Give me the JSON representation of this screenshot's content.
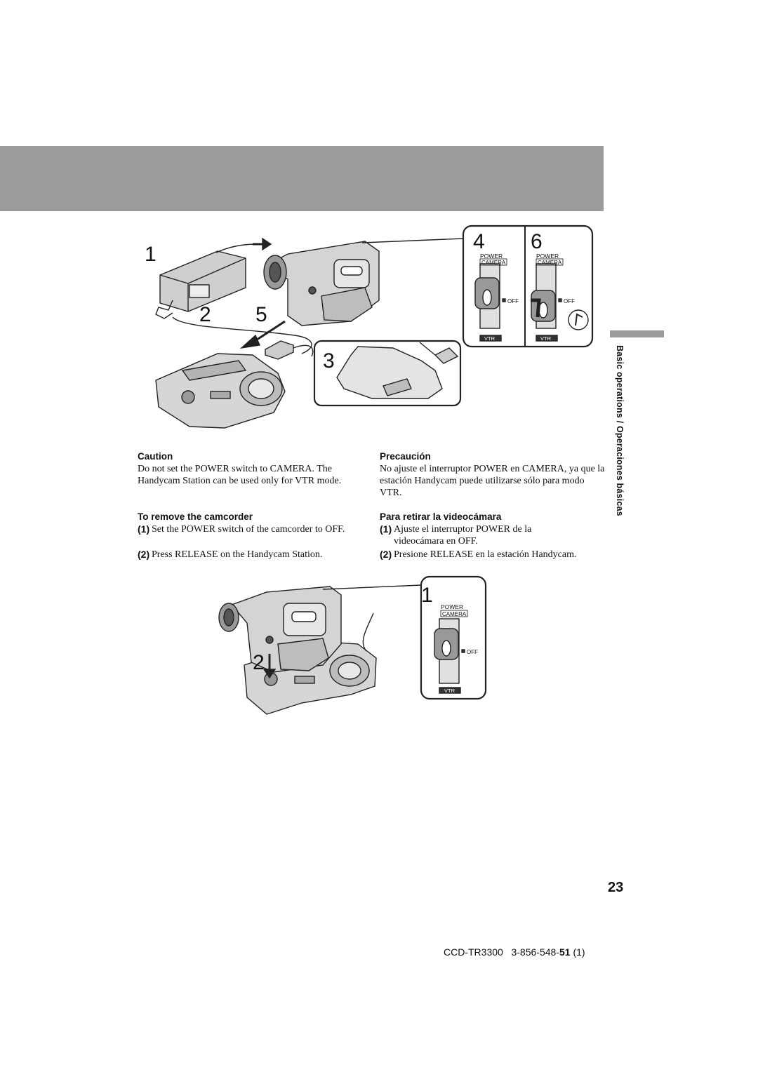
{
  "side_label": "Basic operations / Operaciones básicas",
  "figure_top": {
    "steps": [
      "1",
      "2",
      "5",
      "3",
      "4",
      "6"
    ],
    "switch": {
      "power": "POWER",
      "camera": "CAMERA",
      "off": "OFF",
      "vtr": "VTR"
    }
  },
  "english": {
    "caution_heading": "Caution",
    "caution_text": "Do not set the POWER switch to CAMERA. The Handycam Station can be used only for VTR mode.",
    "remove_heading": "To remove the camcorder",
    "steps": [
      {
        "num": "(1)",
        "text": "Set the POWER switch of the camcorder to OFF."
      },
      {
        "num": "(2)",
        "text": "Press RELEASE on the Handycam Station."
      }
    ]
  },
  "spanish": {
    "caution_heading": "Precaución",
    "caution_text": "No ajuste el interruptor POWER en CAMERA, ya que la estación Handycam puede utilizarse sólo para modo VTR.",
    "remove_heading": "Para retirar la videocámara",
    "steps": [
      {
        "num": "(1)",
        "text": "Ajuste el interruptor POWER de la videocámara en OFF."
      },
      {
        "num": "(2)",
        "text": "Presione RELEASE en la estación Handycam."
      }
    ]
  },
  "figure_bottom": {
    "steps": [
      "1",
      "2"
    ],
    "switch": {
      "power": "POWER",
      "camera": "CAMERA",
      "off": "OFF",
      "vtr": "VTR"
    }
  },
  "page_number": "23",
  "footer": {
    "model": "CCD-TR3300",
    "code_prefix": "3-856-548-",
    "code_bold": "51",
    "code_suffix": "(1)"
  }
}
